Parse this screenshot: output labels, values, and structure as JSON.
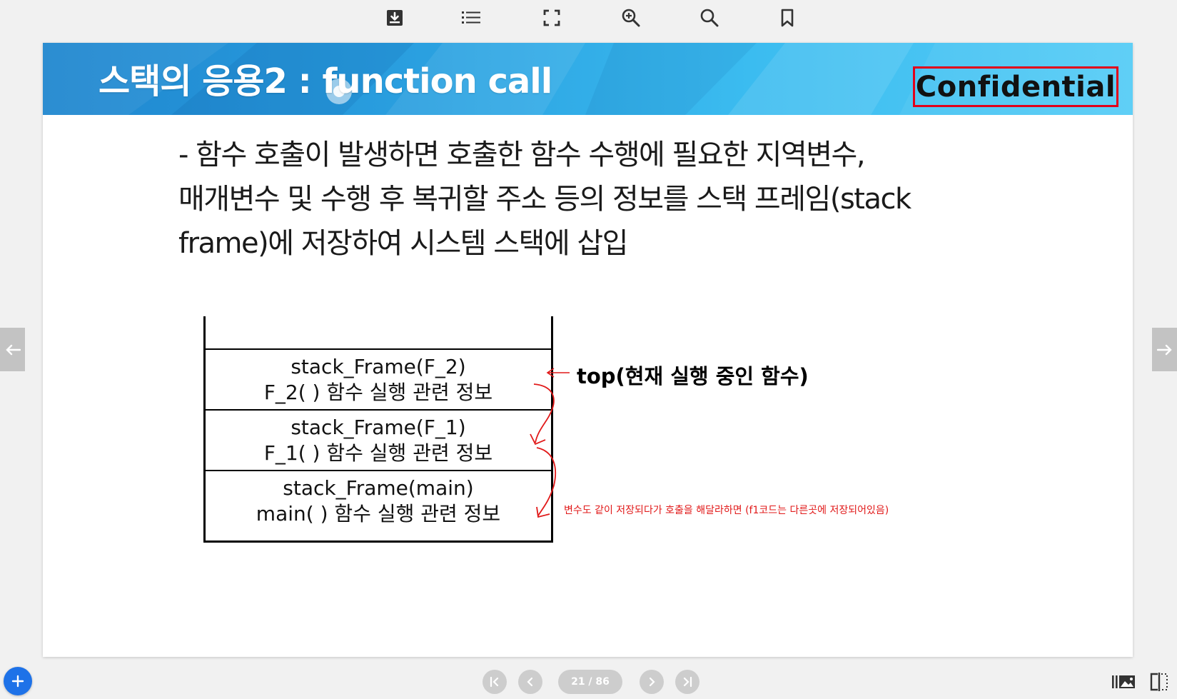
{
  "toolbar": {
    "icons": [
      "download-icon",
      "list-icon",
      "fullscreen-icon",
      "zoom-in-icon",
      "search-icon",
      "bookmark-icon"
    ]
  },
  "slide": {
    "title": "스택의 응용2 : function call",
    "confidential": "Confidential",
    "body_lines": [
      "- 함수 호출이 발생하면 호출한 함수 수행에 필요한 지역변수,",
      "매개변수 및 수행 후 복귀할 주소 등의 정보를 스택 프레임(stack",
      "frame)에 저장하여 시스템 스택에 삽입"
    ],
    "frames": [
      {
        "name": "stack_Frame(F_2)",
        "desc": "F_2( ) 함수 실행 관련 정보"
      },
      {
        "name": "stack_Frame(F_1)",
        "desc": "F_1( ) 함수 실행 관련 정보"
      },
      {
        "name": "stack_Frame(main)",
        "desc": "main( ) 함수 실행 관련 정보"
      }
    ],
    "top_label": "top(현재 실행 중인 함수)",
    "annotation": "변수도 같이 저장되다가 호출을 해달라하면 (f1코드는 다른곳에 저장되어있음)",
    "annotation_color": "#e11919",
    "border_color": "#e2001a"
  },
  "pager": {
    "label": "21 / 86",
    "current": 21,
    "total": 86
  },
  "colors": {
    "header_start": "#1f86cf",
    "header_end": "#56ccf6",
    "add_button": "#1e72e8"
  }
}
